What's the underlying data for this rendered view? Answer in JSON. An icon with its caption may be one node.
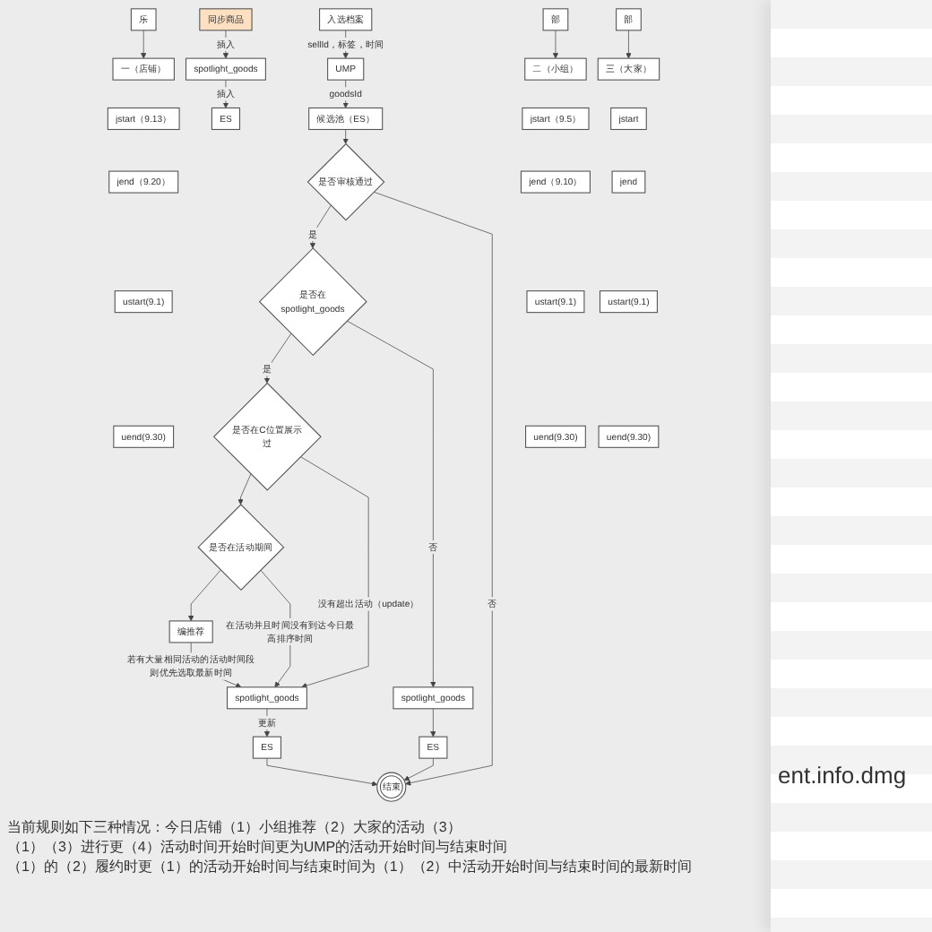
{
  "diagram": {
    "nodes": [
      {
        "text": [
          "入选档案"
        ]
      },
      {
        "text": [
          "UMP"
        ]
      },
      {
        "text": [
          "候选池（ES）"
        ]
      },
      {
        "text": [
          "是否审核通过"
        ]
      },
      {
        "text": [
          "是否在spotlight_goods"
        ]
      },
      {
        "text": [
          "是否在C位置展示过"
        ]
      },
      {
        "text": [
          "是否在活动期间"
        ]
      },
      {
        "text": [
          "编推荐"
        ]
      },
      {
        "text": [
          "spotlight_goods"
        ]
      },
      {
        "text": [
          "ES"
        ]
      },
      {
        "text": [
          "spotlight_goods"
        ]
      },
      {
        "text": [
          "ES"
        ]
      },
      {
        "text": [
          "结束"
        ]
      },
      {
        "text": [
          "同步商品"
        ]
      },
      {
        "text": [
          "spotlight_goods"
        ]
      },
      {
        "text": [
          "ES"
        ]
      },
      {
        "text": [
          "乐"
        ]
      },
      {
        "text": [
          "一（店铺）"
        ]
      },
      {
        "text": [
          "jstart（9.13）"
        ]
      },
      {
        "text": [
          "jend（9.20）"
        ]
      },
      {
        "text": [
          "ustart(9.1)"
        ]
      },
      {
        "text": [
          "uend(9.30)"
        ]
      },
      {
        "text": [
          "部"
        ]
      },
      {
        "text": [
          "二（小组）"
        ]
      },
      {
        "text": [
          "jstart（9.5）"
        ]
      },
      {
        "text": [
          "jend（9.10）"
        ]
      },
      {
        "text": [
          "ustart(9.1)"
        ]
      },
      {
        "text": [
          "uend(9.30)"
        ]
      },
      {
        "text": [
          "部"
        ]
      },
      {
        "text": [
          "三（大家）"
        ]
      },
      {
        "text": [
          "jstart"
        ]
      },
      {
        "text": [
          "jend"
        ]
      },
      {
        "text": [
          "ustart(9.1)"
        ]
      },
      {
        "text": [
          "uend(9.30)"
        ]
      }
    ],
    "edges": [
      {
        "from": 0,
        "to": 1,
        "arrow": "to",
        "label": "sellId，标签，时间"
      },
      {
        "from": 1,
        "to": 2,
        "arrow": "to",
        "label": "goodsId"
      },
      {
        "from": 2,
        "to": 3,
        "arrow": "to"
      },
      {
        "from": 3,
        "to": 4,
        "arrow": "to",
        "label": "是"
      },
      {
        "from": 3,
        "to": 12,
        "arrow": "to",
        "label": "否"
      },
      {
        "from": 4,
        "to": 5,
        "arrow": "to",
        "label": "是"
      },
      {
        "from": 4,
        "to": 10,
        "arrow": "to",
        "label": "否"
      },
      {
        "from": 5,
        "to": 6,
        "arrow": "to"
      },
      {
        "from": 5,
        "to": 8,
        "arrow": "to",
        "label": "没有超出活动（update）"
      },
      {
        "from": 6,
        "to": 7,
        "arrow": "to"
      },
      {
        "from": 6,
        "to": 8,
        "arrow": "to",
        "label": "在活动并且时间没有到达今日最高排序时间"
      },
      {
        "from": 7,
        "to": 8,
        "arrow": "to",
        "label": "若有大量相同活动的活动时间段则优先选取最新时间"
      },
      {
        "from": 8,
        "to": 9,
        "arrow": "to",
        "label": "更新"
      },
      {
        "from": 9,
        "to": 12,
        "arrow": "to"
      },
      {
        "from": 10,
        "to": 11,
        "arrow": "to"
      },
      {
        "from": 11,
        "to": 12,
        "arrow": "to"
      },
      {
        "from": 13,
        "to": 14,
        "arrow": "to",
        "label": "插入"
      },
      {
        "from": 14,
        "to": 15,
        "arrow": "to",
        "label": "插入"
      },
      {
        "from": 16,
        "to": 17,
        "arrow": "to"
      },
      {
        "from": 22,
        "to": 23,
        "arrow": "to"
      },
      {
        "from": 28,
        "to": 29,
        "arrow": "to"
      }
    ],
    "labels": [
      "当前规则如下三种情况：今日店铺（1）小组推荐（2）大家的活动（3）",
      "（1）（3）进行更（4）活动时间开始时间更为UMP的活动开始时间与结束时间",
      "（1）的（2）履约时更（1）的活动开始时间与结束时间为（1）（2）中活动开始时间与结束时间的最新时间",
      "ent.info.dmg"
    ]
  }
}
